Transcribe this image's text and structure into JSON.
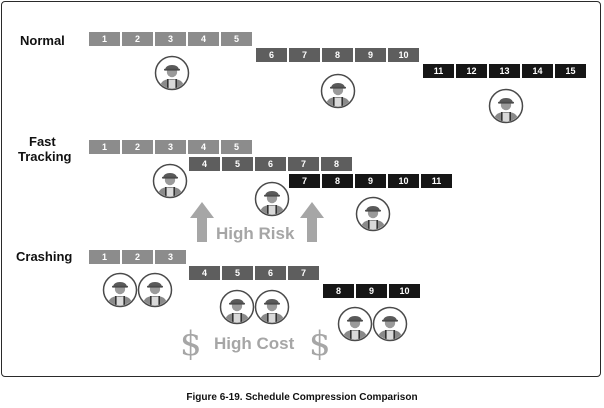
{
  "caption": "Figure 6-19. Schedule Compression Comparison",
  "sections": {
    "normal": {
      "label": "Normal",
      "rows": [
        {
          "shade": "light",
          "cells": [
            "1",
            "2",
            "3",
            "4",
            "5"
          ]
        },
        {
          "shade": "mid",
          "cells": [
            "6",
            "7",
            "8",
            "9",
            "10"
          ]
        },
        {
          "shade": "dark",
          "cells": [
            "11",
            "12",
            "13",
            "14",
            "15"
          ]
        }
      ]
    },
    "fast_tracking": {
      "label_line1": "Fast",
      "label_line2": "Tracking",
      "rows": [
        {
          "shade": "light",
          "cells": [
            "1",
            "2",
            "3",
            "4",
            "5"
          ]
        },
        {
          "shade": "mid",
          "cells": [
            "4",
            "5",
            "6",
            "7",
            "8"
          ]
        },
        {
          "shade": "dark",
          "cells": [
            "7",
            "8",
            "9",
            "10",
            "11"
          ]
        }
      ],
      "callout": "High Risk"
    },
    "crashing": {
      "label": "Crashing",
      "rows": [
        {
          "shade": "light",
          "cells": [
            "1",
            "2",
            "3"
          ]
        },
        {
          "shade": "mid",
          "cells": [
            "4",
            "5",
            "6",
            "7"
          ]
        },
        {
          "shade": "dark",
          "cells": [
            "8",
            "9",
            "10"
          ]
        }
      ],
      "callout": "High Cost",
      "symbol": "$"
    }
  },
  "icons": {
    "worker": "worker-icon",
    "arrow": "up-arrow-icon"
  },
  "colors": {
    "light_bar": "#8c8c8c",
    "mid_bar": "#5e5e5e",
    "dark_bar": "#161616",
    "callout": "#a6a6a6"
  }
}
